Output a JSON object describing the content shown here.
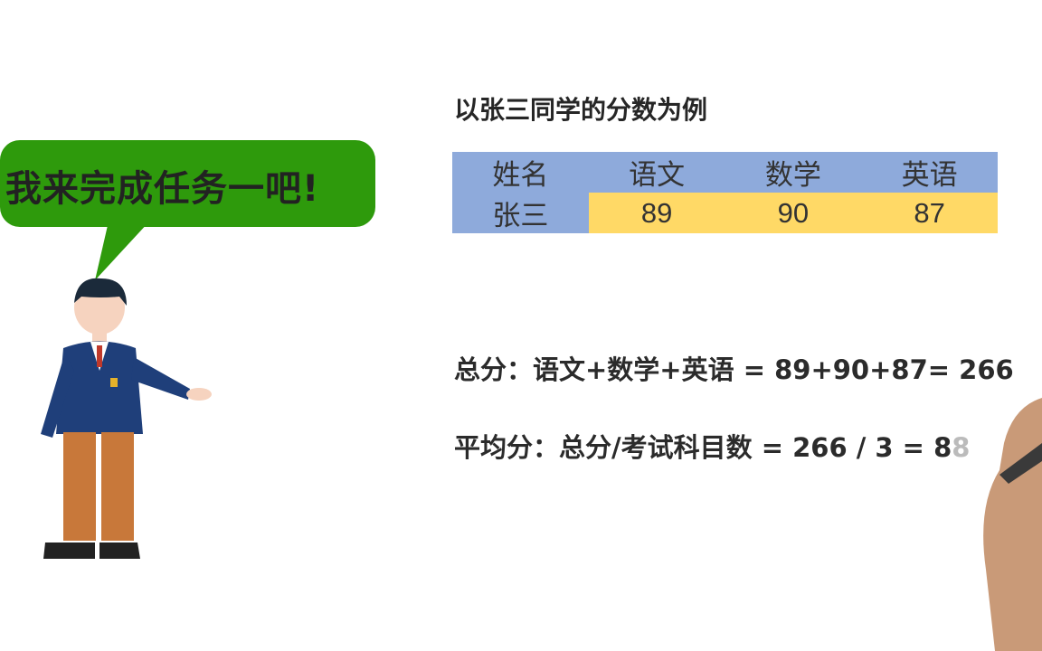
{
  "speech_bubble": {
    "text": "我来完成任务一吧!",
    "color": "#2e9a0c"
  },
  "title": "以张三同学的分数为例",
  "table": {
    "headers": [
      "姓名",
      "语文",
      "数学",
      "英语"
    ],
    "rows": [
      [
        "张三",
        "89",
        "90",
        "87"
      ]
    ],
    "header_color": "#8eaadb",
    "value_color": "#ffd966"
  },
  "formulas": {
    "total": "总分：语文+数学+英语 = 89+90+87= 266",
    "average_prefix": "平均分：总分/考试科目数 = 266 / 3 = 8",
    "average_partial": "8"
  }
}
